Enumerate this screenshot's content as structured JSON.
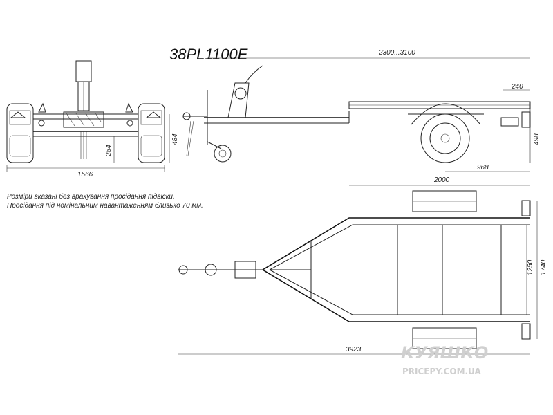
{
  "model": "38PL1100E",
  "notes": [
    "Розміри вказані без врахування просідання підвіски.",
    "Просідання під номінальним навантаженням близько 70 мм."
  ],
  "dimensions": {
    "front_width": "1566",
    "front_height": "484",
    "front_clearance": "254",
    "side_length": "2300...3100",
    "side_rear": "240",
    "side_height": "498",
    "side_axle": "968",
    "top_length": "2000",
    "top_total_length": "3923",
    "top_inner_width": "1250",
    "top_outer_width": "1740"
  },
  "watermark": {
    "brand": "КУЯШКО",
    "site": "PRICEPY.COM.UA"
  }
}
